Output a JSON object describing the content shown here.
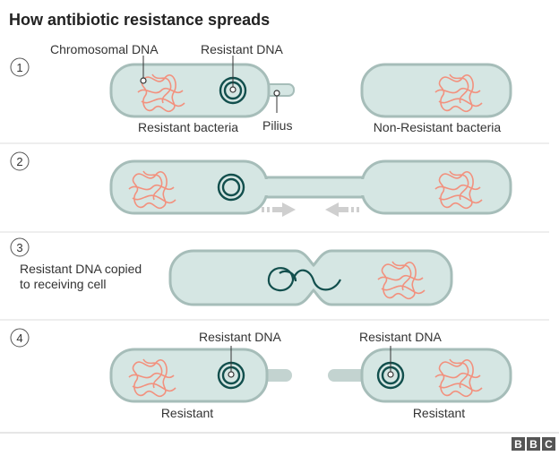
{
  "title": "How antibiotic resistance spreads",
  "steps": [
    "1",
    "2",
    "3",
    "4"
  ],
  "step1": {
    "chromosomal_dna": "Chromosomal DNA",
    "resistant_dna": "Resistant DNA",
    "pilius": "Pilius",
    "resistant_bacteria": "Resistant bacteria",
    "non_resistant_bacteria": "Non-Resistant bacteria"
  },
  "step3": {
    "caption_line1": "Resistant DNA copied",
    "caption_line2": "to receiving cell"
  },
  "step4": {
    "left_resistant_dna": "Resistant DNA",
    "right_resistant_dna": "Resistant DNA",
    "left_label": "Resistant",
    "right_label": "Resistant"
  },
  "logo": [
    "B",
    "B",
    "C"
  ],
  "colors": {
    "cell_fill": "#d5e6e3",
    "cell_stroke": "#a6bdb9",
    "chromosome": "#f2917e",
    "plasmid": "#124f4d",
    "arrow": "#cfcfcf",
    "divider": "#dddddd"
  }
}
